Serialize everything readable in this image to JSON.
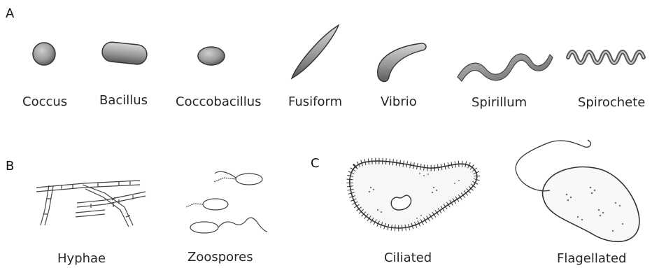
{
  "panel_a": {
    "letter": "A",
    "shapes": [
      {
        "label": "Coccus"
      },
      {
        "label": "Bacillus"
      },
      {
        "label": "Coccobacillus"
      },
      {
        "label": "Fusiform"
      },
      {
        "label": "Vibrio"
      },
      {
        "label": "Spirillum"
      },
      {
        "label": "Spirochete"
      }
    ]
  },
  "panel_b": {
    "letter": "B",
    "forms": [
      {
        "label": "Hyphae"
      },
      {
        "label": "Zoospores"
      }
    ]
  },
  "panel_c": {
    "letter": "C",
    "forms": [
      {
        "label": "Ciliated"
      },
      {
        "label": "Flagellated"
      }
    ]
  }
}
